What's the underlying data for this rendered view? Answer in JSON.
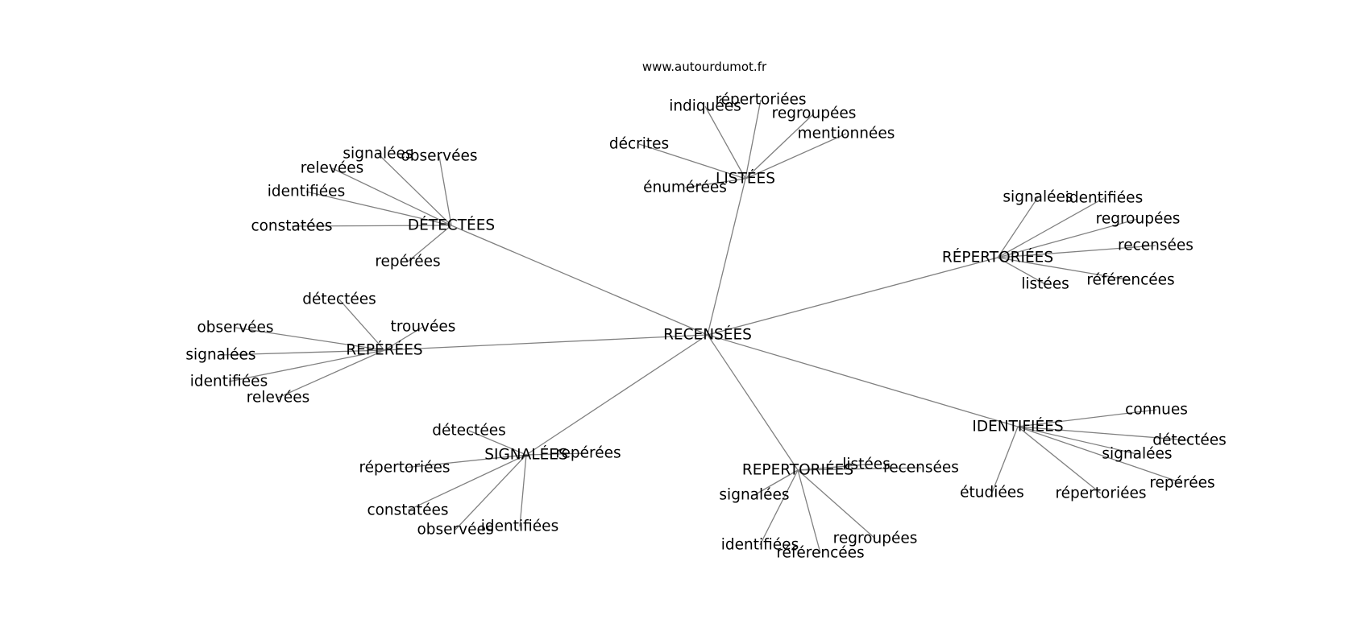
{
  "site": "www.autourdumot.fr",
  "colors": {
    "edge": "#808080",
    "text": "#000000",
    "background": "#ffffff"
  },
  "center": {
    "label": "RECENSÉES"
  },
  "groups": [
    {
      "label": "LISTÉES",
      "leaves": [
        "décrites",
        "indiquées",
        "répertoriées",
        "regroupées",
        "mentionnées",
        "énumérées"
      ]
    },
    {
      "label": "DÉTECTÉES",
      "leaves": [
        "signalées",
        "observées",
        "relevées",
        "identifiées",
        "constatées",
        "repérées"
      ]
    },
    {
      "label": "RÉPERTORIÉES",
      "leaves": [
        "signalées",
        "identifiées",
        "regroupées",
        "recensées",
        "listées",
        "référencées"
      ]
    },
    {
      "label": "REPÉRÉES",
      "leaves": [
        "détectées",
        "observées",
        "trouvées",
        "signalées",
        "identifiées",
        "relevées"
      ]
    },
    {
      "label": "IDENTIFIÉES",
      "leaves": [
        "connues",
        "détectées",
        "signalées",
        "repérées",
        "répertoriées",
        "étudiées"
      ]
    },
    {
      "label": "SIGNALÉES",
      "leaves": [
        "détectées",
        "répertoriées",
        "repérées",
        "constatées",
        "observées",
        "identifiées"
      ]
    },
    {
      "label": "REPERTORIÉES",
      "leaves": [
        "listées",
        "recensées",
        "signalées",
        "identifiées",
        "regroupées",
        "référencées"
      ]
    }
  ]
}
